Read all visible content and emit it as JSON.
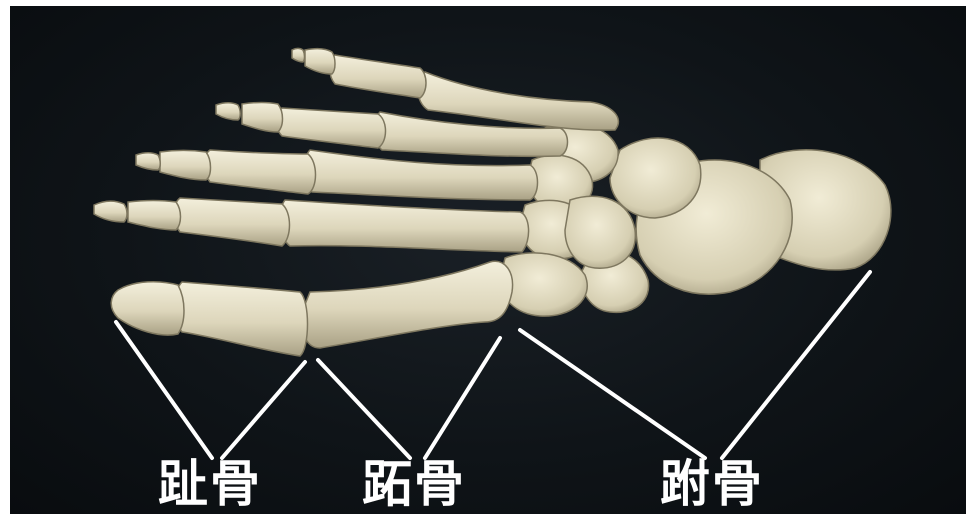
{
  "labels": {
    "phalanges": "趾骨",
    "metatarsals": "跖骨",
    "tarsals": "跗骨"
  },
  "colors": {
    "background": "#0f1418",
    "bone": "#e6e0c8",
    "bone_shadow": "#a9a185",
    "line": "#ffffff"
  }
}
